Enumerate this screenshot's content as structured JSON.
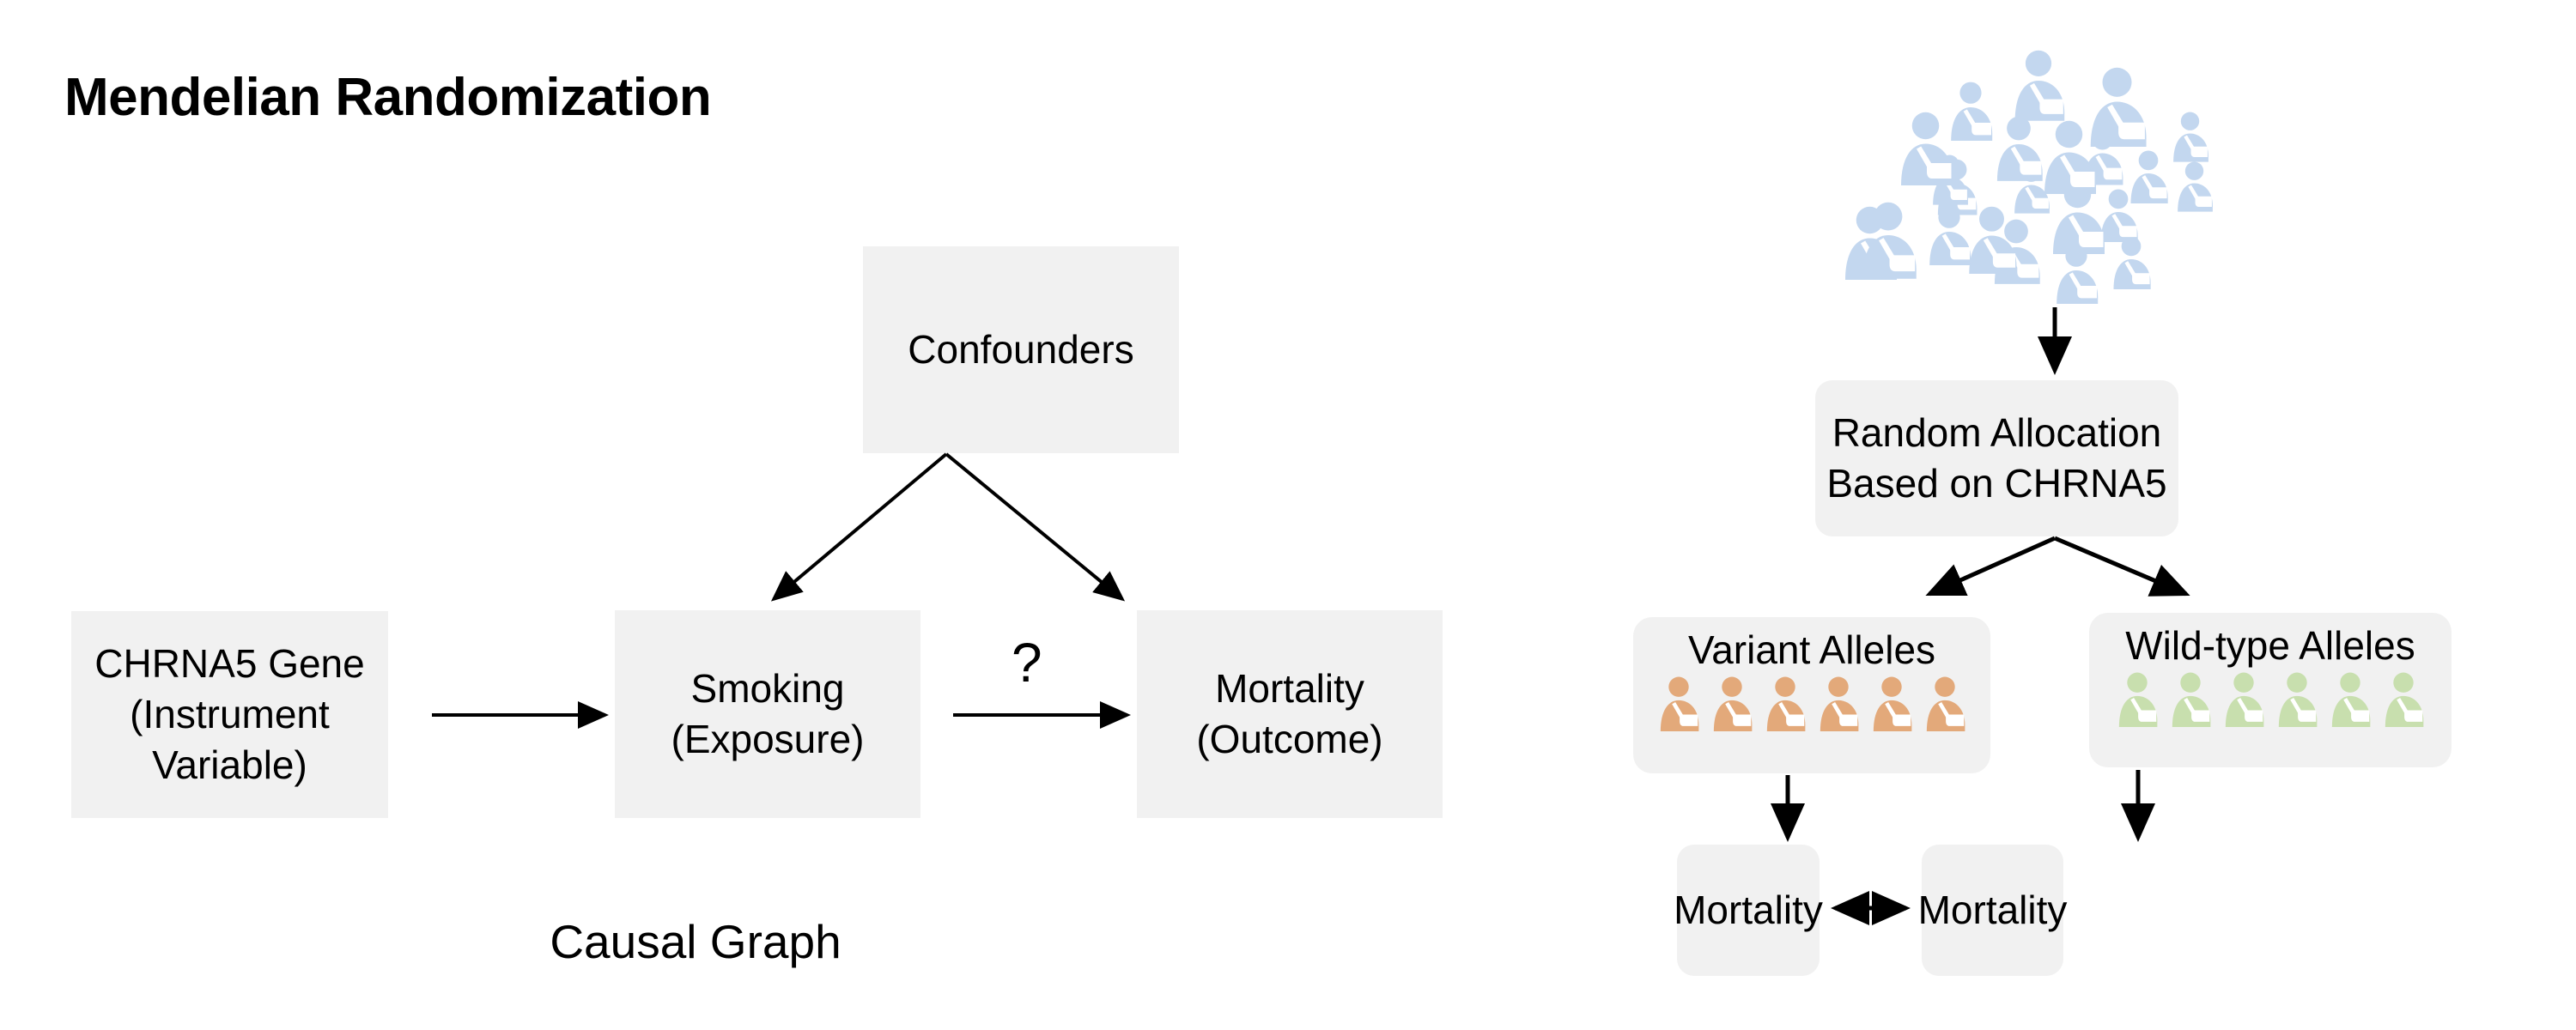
{
  "title": "Mendelian Randomization",
  "colors": {
    "box_fill": "#f1f1f1",
    "text": "#000000",
    "arrow": "#000000",
    "crowd_person": "#c3d7ef",
    "variant_person": "#e3a97a",
    "wildtype_person": "#c8dfae",
    "background": "#ffffff"
  },
  "causal_graph": {
    "caption": "Causal Graph",
    "nodes": {
      "instrument": "CHRNA5 Gene\n(Instrument\nVariable)",
      "instrument_lines": [
        "CHRNA5 Gene",
        "(Instrument",
        "Variable)"
      ],
      "exposure_lines": [
        "Smoking",
        "(Exposure)"
      ],
      "outcome_lines": [
        "Mortality",
        "(Outcome)"
      ],
      "confounders": "Confounders"
    },
    "edges": [
      {
        "from": "instrument",
        "to": "exposure",
        "label": "",
        "style": "solid-arrow"
      },
      {
        "from": "exposure",
        "to": "outcome",
        "label": "?",
        "style": "solid-arrow"
      },
      {
        "from": "confounders",
        "to": "exposure",
        "label": "",
        "style": "solid-arrow"
      },
      {
        "from": "confounders",
        "to": "outcome",
        "label": "",
        "style": "solid-arrow"
      }
    ],
    "uncertain_edge_label": "?"
  },
  "trial_analogy": {
    "population_icon_count": 22,
    "allocation_lines": [
      "Random Allocation",
      "Based on CHRNA5"
    ],
    "arms": [
      {
        "label": "Variant Alleles",
        "icon_count": 6,
        "icon_color": "#e3a97a",
        "outcome": "Mortality"
      },
      {
        "label": "Wild-type Alleles",
        "icon_count": 6,
        "icon_color": "#c8dfae",
        "outcome": "Mortality"
      }
    ],
    "comparison_arrow": "double-headed"
  },
  "icons": {
    "person_sling": "person-with-arm-sling-icon",
    "arrow_head": "arrowhead-icon"
  }
}
